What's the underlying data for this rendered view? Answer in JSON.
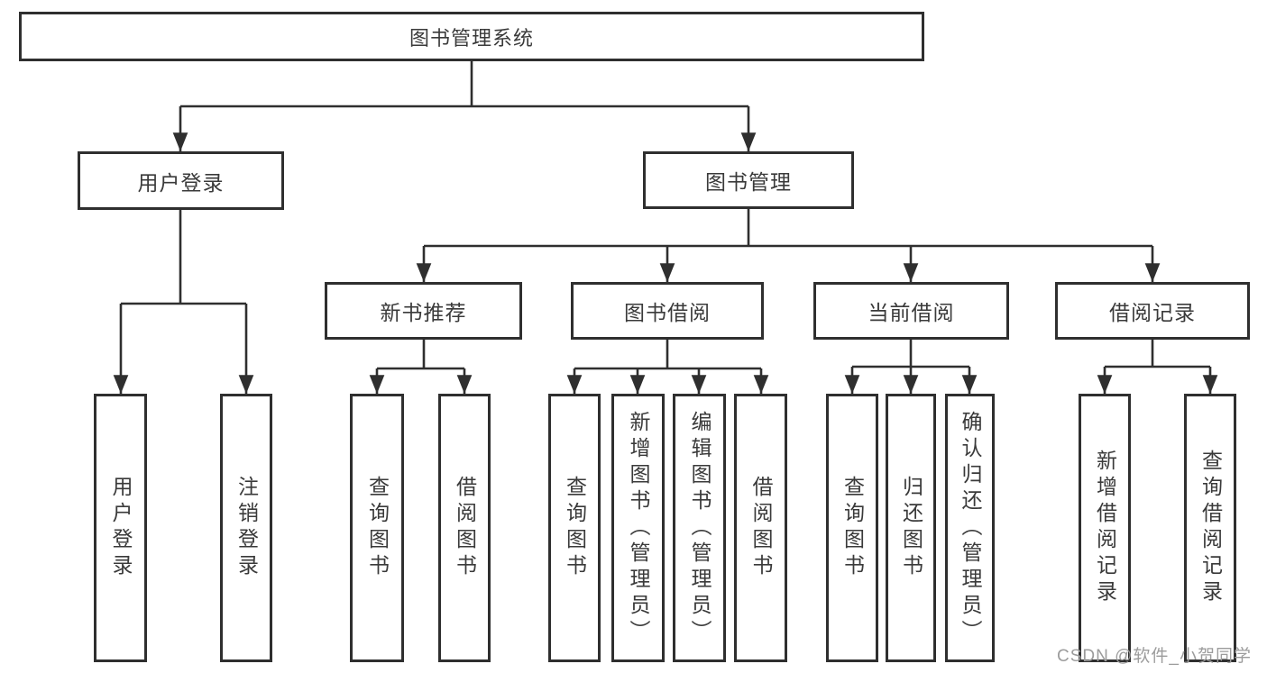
{
  "diagram": {
    "type": "hierarchy-tree",
    "colors": {
      "line": "#2f2f2f",
      "box_border": "#2f2f2f",
      "text": "#3a3a3a",
      "background": "#ffffff",
      "watermark": "#9c9c9c"
    },
    "nodes": {
      "root": {
        "label": "图书管理系统"
      },
      "userLogin": {
        "label": "用户登录"
      },
      "bookManagement": {
        "label": "图书管理"
      },
      "newBookRecommend": {
        "label": "新书推荐"
      },
      "bookBorrowing": {
        "label": "图书借阅"
      },
      "currentBorrowing": {
        "label": "当前借阅"
      },
      "borrowingRecords": {
        "label": "借阅记录"
      },
      "leafUserLogin": {
        "label": "用户登录"
      },
      "leafLogout": {
        "label": "注销登录"
      },
      "leafQueryBooks1": {
        "label": "查询图书"
      },
      "leafBorrowBooks1": {
        "label": "借阅图书"
      },
      "leafQueryBooks2": {
        "label": "查询图书"
      },
      "leafAddBookAdmin": {
        "label": "新增图书（管理员）"
      },
      "leafEditBookAdmin": {
        "label": "编辑图书（管理员）"
      },
      "leafBorrowBooks2": {
        "label": "借阅图书"
      },
      "leafQueryBooks3": {
        "label": "查询图书"
      },
      "leafReturnBooks": {
        "label": "归还图书"
      },
      "leafConfirmReturnAdmin": {
        "label": "确认归还（管理员）"
      },
      "leafAddBorrowRecord": {
        "label": "新增借阅记录"
      },
      "leafQueryBorrowRecord": {
        "label": "查询借阅记录"
      }
    },
    "hierarchy": [
      {
        "parent": "图书管理系统",
        "children": [
          "用户登录",
          "图书管理"
        ]
      },
      {
        "parent": "用户登录",
        "children": [
          "用户登录",
          "注销登录"
        ]
      },
      {
        "parent": "图书管理",
        "children": [
          "新书推荐",
          "图书借阅",
          "当前借阅",
          "借阅记录"
        ]
      },
      {
        "parent": "新书推荐",
        "children": [
          "查询图书",
          "借阅图书"
        ]
      },
      {
        "parent": "图书借阅",
        "children": [
          "查询图书",
          "新增图书（管理员）",
          "编辑图书（管理员）",
          "借阅图书"
        ]
      },
      {
        "parent": "当前借阅",
        "children": [
          "查询图书",
          "归还图书",
          "确认归还（管理员）"
        ]
      },
      {
        "parent": "借阅记录",
        "children": [
          "新增借阅记录",
          "查询借阅记录"
        ]
      }
    ],
    "watermark": "CSDN @软件_小贺同学"
  }
}
